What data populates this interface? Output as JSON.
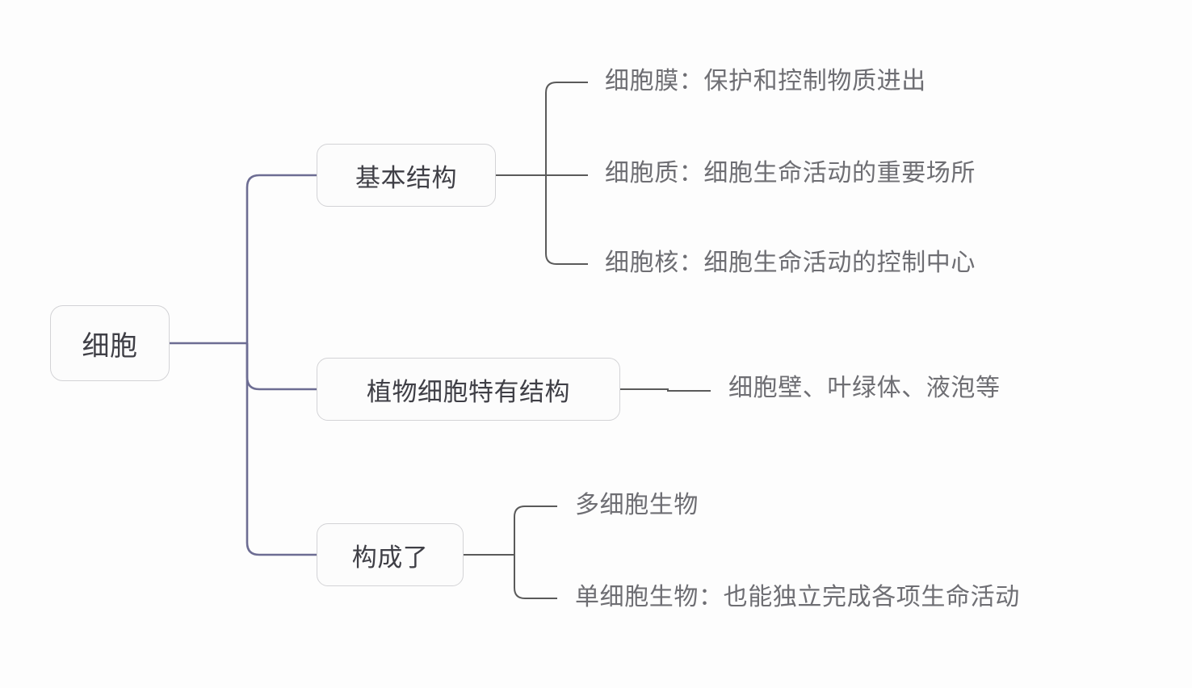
{
  "diagram": {
    "type": "mind-map",
    "title": "细胞",
    "root": {
      "label": "细胞"
    },
    "branches": [
      {
        "label": "基本结构",
        "children": [
          {
            "label": "细胞膜：保护和控制物质进出"
          },
          {
            "label": "细胞质：细胞生命活动的重要场所"
          },
          {
            "label": "细胞核：细胞生命活动的控制中心"
          }
        ]
      },
      {
        "label": "植物细胞特有结构",
        "children": [
          {
            "label": "细胞壁、叶绿体、液泡等"
          }
        ]
      },
      {
        "label": "构成了",
        "children": [
          {
            "label": "多细胞生物"
          },
          {
            "label": "单细胞生物：也能独立完成各项生命活动"
          }
        ]
      }
    ],
    "colors": {
      "background": "#fdfdfd",
      "node_border": "#d3d3d6",
      "node_fill": "#fcfcfc",
      "node_text": "#3f3f46",
      "leaf_text": "#6e6e73",
      "primary_connector": "#6d6d93",
      "secondary_connector": "#5a5a5a"
    }
  }
}
